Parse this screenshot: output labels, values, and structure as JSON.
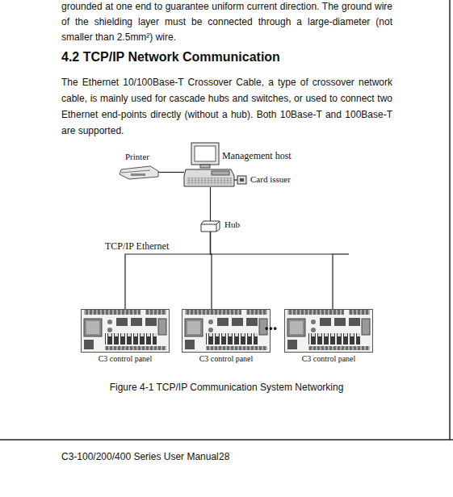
{
  "diagram": {
    "title": "4.2 TCP/IP Network Communication",
    "caption": "Figure 4-1 TCP/IP Communication System Networking",
    "nodes": [
      {
        "text": [
          "Printer"
        ]
      },
      {
        "text": [
          "Management host"
        ]
      },
      {
        "text": [
          "Card issuer"
        ]
      },
      {
        "text": [
          "Hub"
        ]
      },
      {
        "text": [
          "C3 control panel"
        ]
      },
      {
        "text": [
          "C3 control panel"
        ]
      },
      {
        "text": [
          "C3 control panel"
        ]
      }
    ],
    "edges": [
      {
        "from": 0,
        "to": 1,
        "arrow": "none"
      },
      {
        "from": 1,
        "to": 2,
        "arrow": "none"
      },
      {
        "from": 1,
        "to": 3,
        "arrow": "none"
      },
      {
        "from": 3,
        "to": 4,
        "arrow": "none"
      },
      {
        "from": 3,
        "to": 5,
        "arrow": "none"
      },
      {
        "from": 3,
        "to": 6,
        "arrow": "none"
      }
    ],
    "labels": [
      "grounded at one end to guarantee uniform current direction. The ground wire of the shielding layer must be connected through a large-diameter (not smaller than 2.5mm²) wire.",
      "The Ethernet 10/100Base-T Crossover Cable, a type of crossover network cable, is mainly used for cascade hubs and switches, or used to connect two Ethernet end-points directly (without a hub). Both 10Base-T and 100Base-T are supported.",
      "TCP/IP Ethernet",
      "•••",
      "C3-100/200/400 Series User Manual",
      "28"
    ]
  }
}
